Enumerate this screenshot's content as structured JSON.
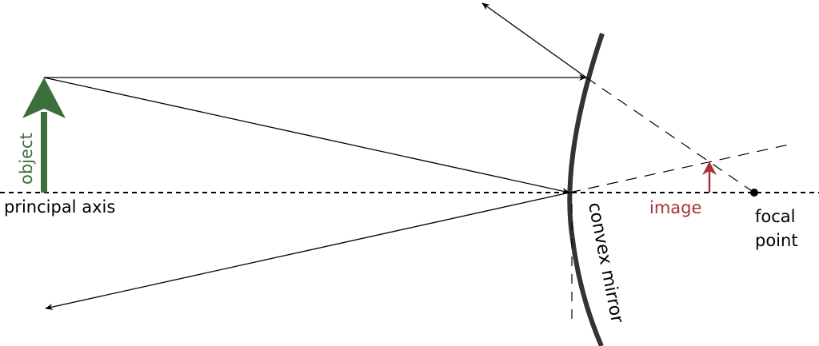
{
  "labels": {
    "object": "object",
    "principal_axis": "principal axis",
    "convex_mirror": "convex mirror",
    "image": "image",
    "focal_point_line1": "focal",
    "focal_point_line2": "point"
  },
  "colors": {
    "object": "#3d6e3d",
    "image": "#a8323a",
    "mirror": "#333333",
    "rays": "#000000"
  }
}
